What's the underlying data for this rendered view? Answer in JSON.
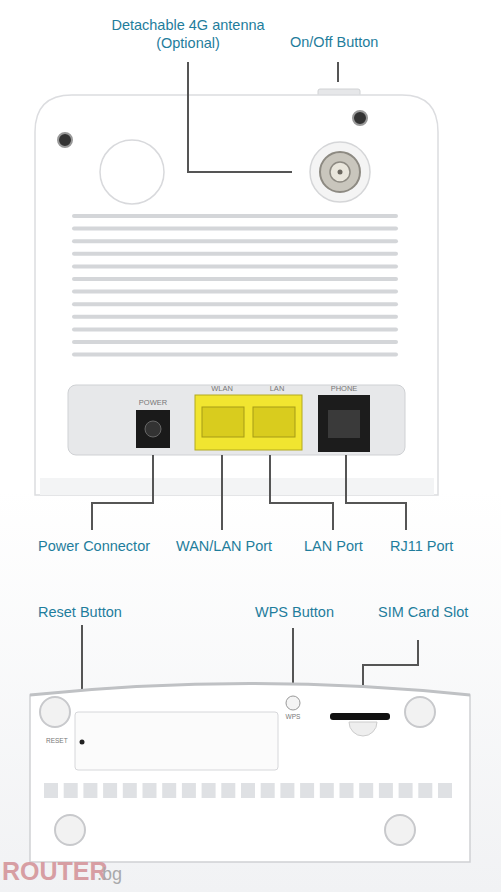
{
  "diagram": {
    "labels": [
      "Detachable 4G antenna (Optional)",
      "On/Off Button",
      "POWER",
      "WLAN",
      "LAN",
      "PHONE",
      "Power Connector",
      "WAN/LAN Port",
      "LAN Port",
      "RJ11 Port",
      "Reset Button",
      "WPS Button",
      "SIM Card Slot",
      "RESET",
      "WPS",
      "ROUTER",
      ".bg"
    ]
  }
}
